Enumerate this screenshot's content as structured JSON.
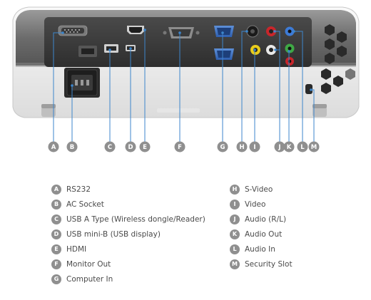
{
  "callouts": [
    {
      "letter": "A",
      "label": "RS232"
    },
    {
      "letter": "B",
      "label": "AC Socket"
    },
    {
      "letter": "C",
      "label": "USB A Type (Wireless dongle/Reader)"
    },
    {
      "letter": "D",
      "label": "USB mini-B (USB display)"
    },
    {
      "letter": "E",
      "label": "HDMI"
    },
    {
      "letter": "F",
      "label": "Monitor Out"
    },
    {
      "letter": "G",
      "label": "Computer In"
    },
    {
      "letter": "H",
      "label": "S-Video"
    },
    {
      "letter": "I",
      "label": "Video"
    },
    {
      "letter": "J",
      "label": "Audio (R/L)"
    },
    {
      "letter": "K",
      "label": "Audio Out"
    },
    {
      "letter": "L",
      "label": "Audio In"
    },
    {
      "letter": "M",
      "label": "Security Slot"
    }
  ],
  "colors": {
    "badge": "#8f8f8f",
    "leader_line": "#3d86cc",
    "body_grey": "#6e6e6e",
    "panel_dark": "#3a3a3a",
    "shell_white": "#f2f2f2"
  }
}
